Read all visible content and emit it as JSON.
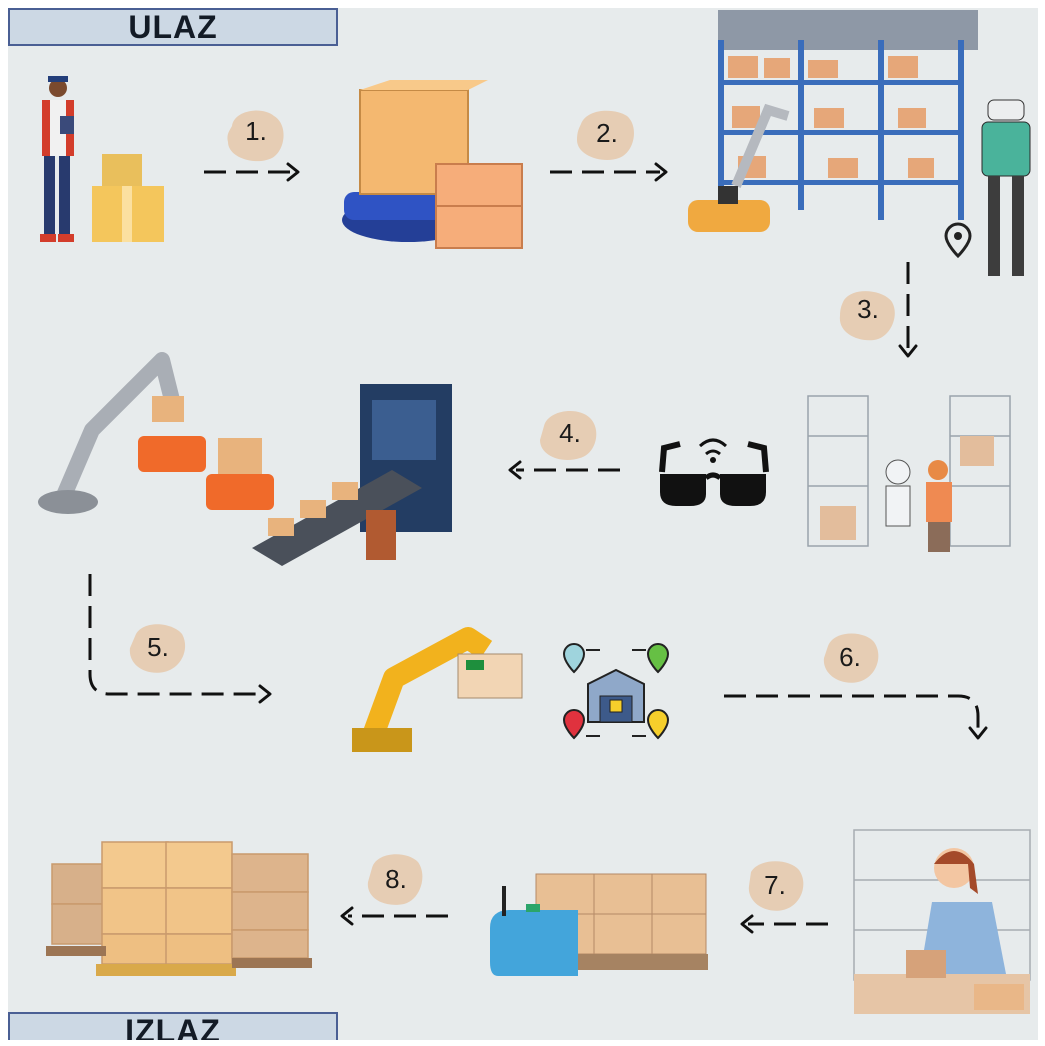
{
  "labels": {
    "entry": "ULAZ",
    "exit": "IZLAZ"
  },
  "steps": [
    "1.",
    "2.",
    "3.",
    "4.",
    "5.",
    "6.",
    "7.",
    "8."
  ],
  "colors": {
    "background": "#e7ebec",
    "label_fill": "#ccd8e4",
    "label_border": "#4a5f94",
    "step_blob": "#e6cdb4",
    "arrow": "#111111"
  }
}
